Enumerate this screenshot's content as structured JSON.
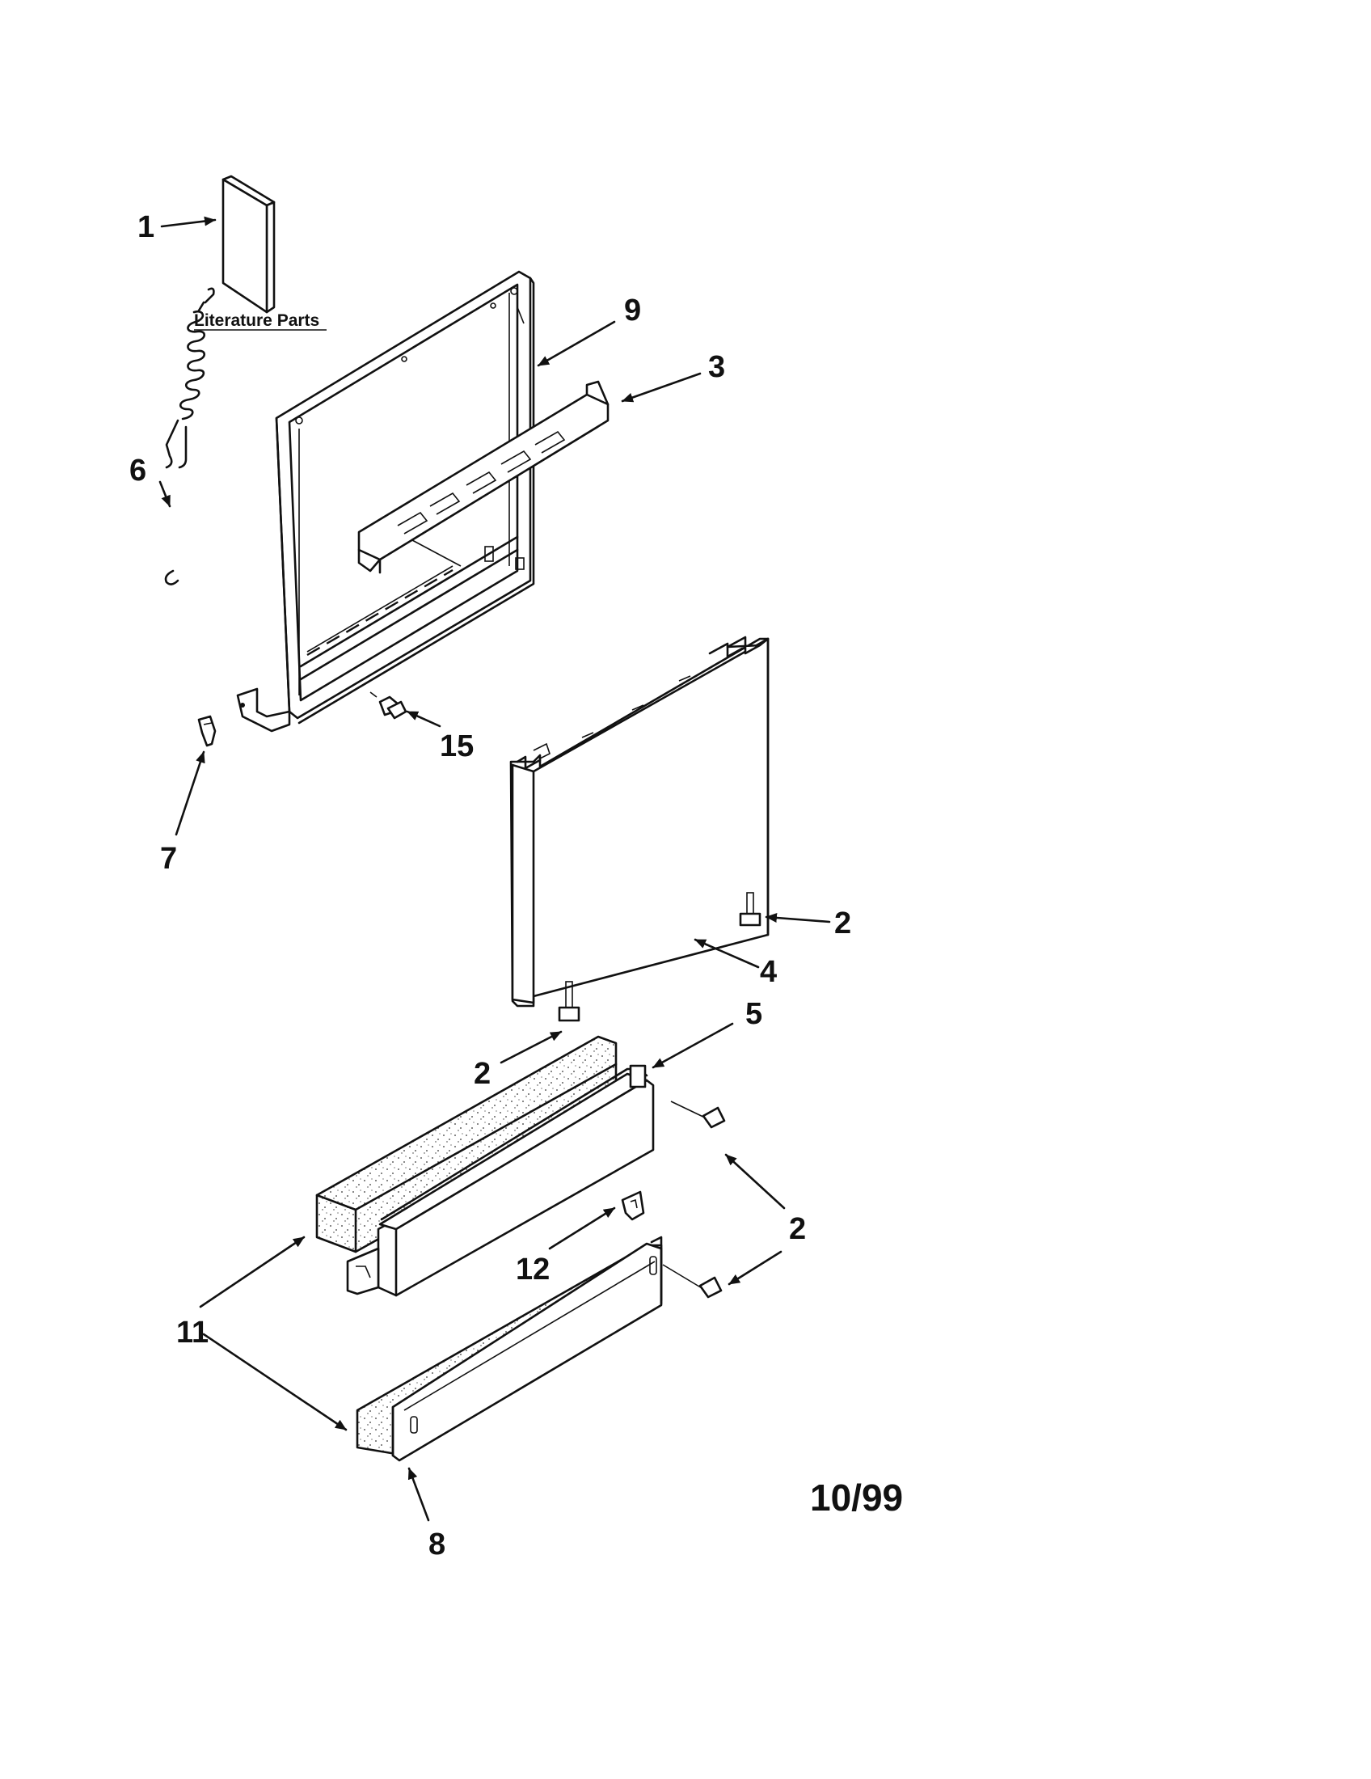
{
  "literature_label": "Literature Parts",
  "date_code": "10/99",
  "callouts": [
    "1",
    "9",
    "3",
    "6",
    "15",
    "7",
    "2",
    "4",
    "5",
    "2",
    "2",
    "12",
    "11",
    "8"
  ]
}
